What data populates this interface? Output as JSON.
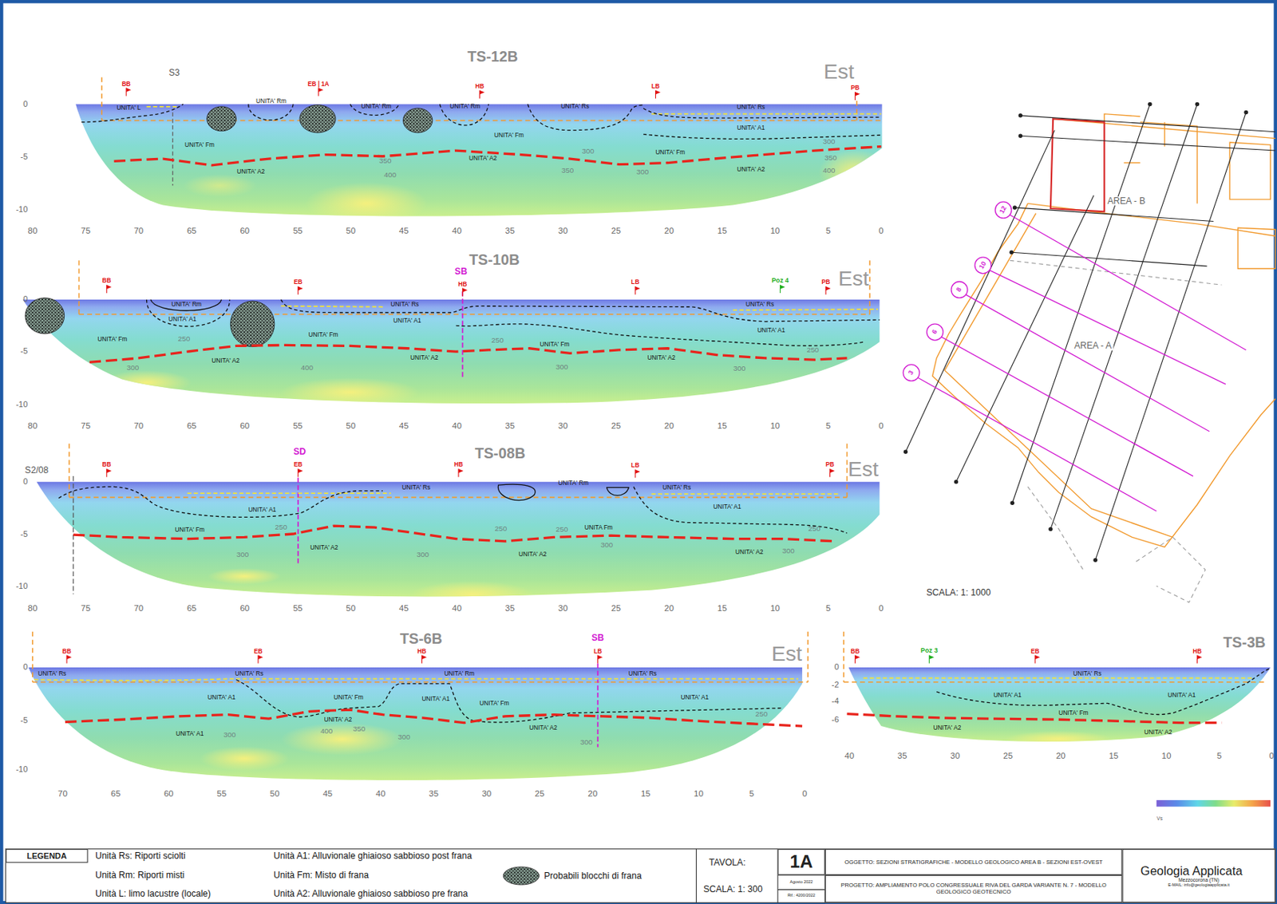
{
  "diagram": {
    "nodes": [
      {
        "text": [
          "LEGENDA"
        ]
      },
      {
        "text": [
          "1A"
        ]
      },
      {
        "text": [
          "OGGETTO: SEZIONI STRATIGRAFICHE - MODELLO GEOLOGICO AREA B - SEZIONI EST-OVEST"
        ]
      },
      {
        "text": [
          "PROGETTO: AMPLIAMENTO POLO CONGRESSUALE RIVA DEL GARDA VARIANTE N. 7 - MODELLO GEOLOGICO GEOTECNICO"
        ]
      },
      {
        "text": [
          "Geologia Applicata",
          "Mezzocorona (TN)",
          "E-MAIL: info@geologiaapplicata.it"
        ]
      }
    ],
    "labels": [
      "TS-12B",
      "Est",
      "S3",
      "BB",
      "EB | 1A",
      "HB",
      "LB",
      "PB",
      "0",
      "-5",
      "-10",
      "80",
      "75",
      "70",
      "65",
      "60",
      "55",
      "50",
      "45",
      "40",
      "35",
      "30",
      "25",
      "20",
      "15",
      "10",
      "5",
      "0",
      "UNITA' L",
      "UNITA' Rm",
      "UNITA' Rm",
      "UNITA' Rm",
      "UNITA' Rs",
      "UNITA' Rs",
      "UNITA' Fm",
      "UNITA' Fm",
      "UNITA' A1",
      "UNITA' Fm",
      "UNITA' A2",
      "UNITA' A2",
      "UNITA' A2",
      "350",
      "400",
      "300",
      "350",
      "300",
      "300",
      "350",
      "400",
      "TS-10B",
      "SB",
      "Est",
      "BB",
      "EB",
      "HB",
      "LB",
      "Poz 4",
      "PB",
      "0",
      "-5",
      "-10",
      "80",
      "75",
      "70",
      "65",
      "60",
      "55",
      "50",
      "45",
      "40",
      "35",
      "30",
      "25",
      "20",
      "15",
      "10",
      "5",
      "0",
      "UNITA' Rm",
      "UNITA' A1",
      "UNITA' Fm",
      "UNITA' Fm",
      "UNITA' Rs",
      "UNITA' A1",
      "UNITA' Fm",
      "UNITA' Rs",
      "UNITA' A1",
      "UNITA' A2",
      "UNITA' A2",
      "UNITA' A2",
      "250",
      "300",
      "400",
      "250",
      "300",
      "300",
      "250",
      "TS-08B",
      "SD",
      "S2/08",
      "BB",
      "EB",
      "HB",
      "LB",
      "PB",
      "Est",
      "0",
      "-5",
      "-10",
      "80",
      "75",
      "70",
      "65",
      "60",
      "55",
      "50",
      "45",
      "40",
      "35",
      "30",
      "25",
      "20",
      "15",
      "10",
      "5",
      "0",
      "UNITA' Rs",
      "UNITA' Rm",
      "UNITA' Rs",
      "UNITA' A1",
      "UNITA' A1",
      "UNITA' Fm",
      "UNITA Fm",
      "UNITA' A2",
      "UNITA' A2",
      "UNITA' A2",
      "250",
      "300",
      "300",
      "250",
      "250",
      "300",
      "300",
      "250",
      "TS-6B",
      "SB",
      "Est",
      "BB",
      "EB",
      "HB",
      "LB",
      "0",
      "-5",
      "-10",
      "70",
      "65",
      "60",
      "55",
      "50",
      "45",
      "40",
      "35",
      "30",
      "25",
      "20",
      "15",
      "10",
      "5",
      "0",
      "UNITA' Rs",
      "UNITA' Rs",
      "UNITA' Rm",
      "UNITA' Rs",
      "UNITA' A1",
      "UNITA' Fm",
      "UNITA' A1",
      "UNITA' Fm",
      "UNITA' A1",
      "UNITA' A1",
      "UNITA' A2",
      "UNITA' A2",
      "300",
      "400",
      "350",
      "300",
      "300",
      "250",
      "TS-3B",
      "BB",
      "Poz 3",
      "EB",
      "HB",
      "0",
      "-2",
      "-4",
      "-6",
      "40",
      "35",
      "30",
      "25",
      "20",
      "15",
      "10",
      "5",
      "0",
      "UNITA' Rs",
      "UNITA' A1",
      "UNITA' A1",
      "UNITA' Fm",
      "UNITA' A2",
      "UNITA' A2",
      "AREA - B",
      "AREA - A",
      "SCALA: 1: 1000",
      "12",
      "10",
      "8",
      "6",
      "3",
      "Vs",
      "TAVOLA:",
      "SCALA: 1: 300",
      "Agosto 2022",
      "Rif.: 4200/2022"
    ],
    "legend": [
      {
        "text": "Unità Rs: Riporti sciolti"
      },
      {
        "text": "Unità Rm: Riporti misti"
      },
      {
        "text": "Unità L: limo lacustre (locale)"
      },
      {
        "text": "Unità A1: Alluvionale ghiaioso sabbioso post frana"
      },
      {
        "text": "Unità Fm: Misto di frana"
      },
      {
        "text": "Unità A2: Alluvionale ghiaioso sabbioso pre frana"
      },
      {
        "text": "Probabili blocchi di frana"
      }
    ]
  }
}
